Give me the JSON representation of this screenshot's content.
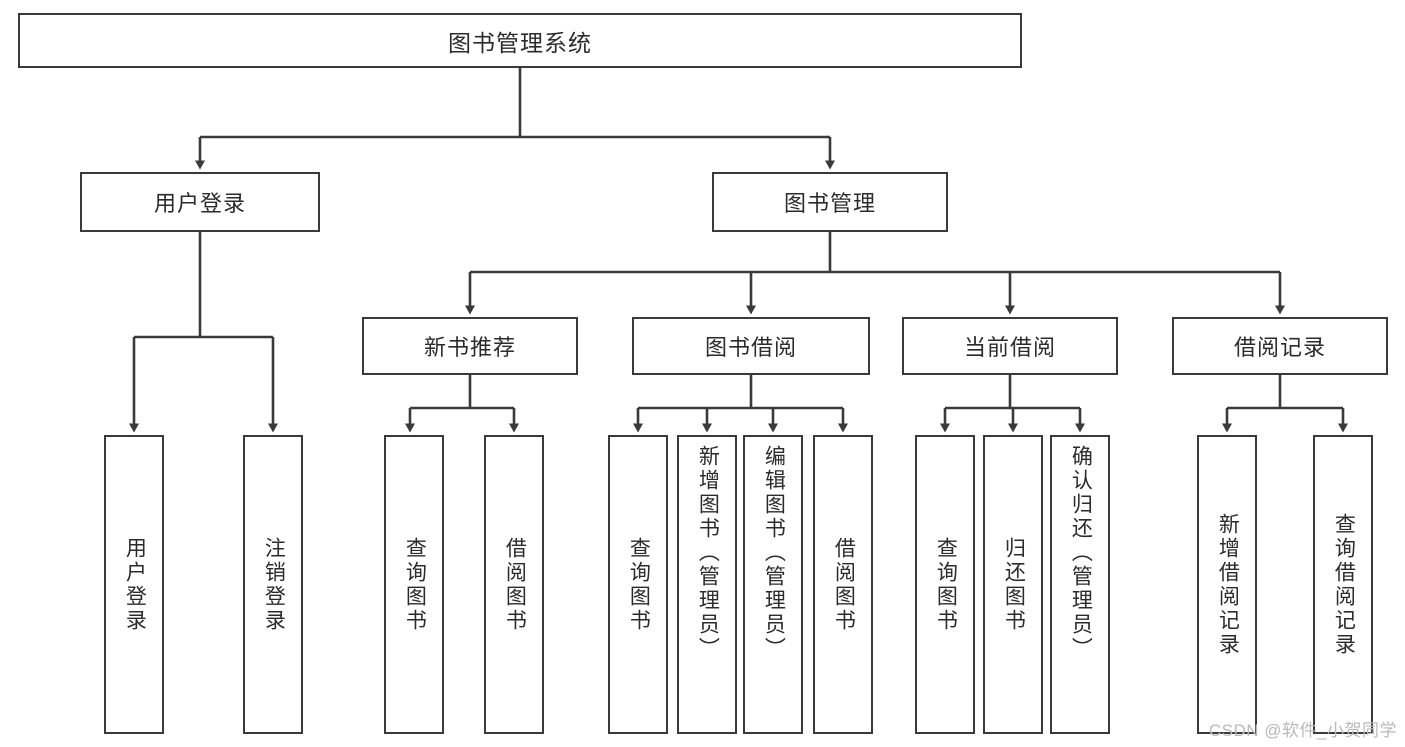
{
  "diagram": {
    "title": "图书管理系统",
    "type": "tree",
    "colors": {
      "background": "#ffffff",
      "box_border": "#3a3a3a",
      "box_fill": "#ffffff",
      "text": "#2b2b2b",
      "edge": "#3a3a3a",
      "watermark": "#b9b9b9"
    },
    "root": {
      "label": "图书管理系统"
    },
    "level2": [
      {
        "id": "user-login",
        "label": "用户登录"
      },
      {
        "id": "book-manage",
        "label": "图书管理"
      }
    ],
    "level3": [
      {
        "id": "new-book-rec",
        "label": "新书推荐",
        "parent": "book-manage"
      },
      {
        "id": "book-borrow",
        "label": "图书借阅",
        "parent": "book-manage"
      },
      {
        "id": "current-borrow",
        "label": "当前借阅",
        "parent": "book-manage"
      },
      {
        "id": "borrow-record",
        "label": "借阅记录",
        "parent": "book-manage"
      }
    ],
    "leaves": {
      "user-login": [
        {
          "id": "leaf-user-login",
          "label": "用户登录"
        },
        {
          "id": "leaf-user-logout",
          "label": "注销登录"
        }
      ],
      "new-book-rec": [
        {
          "id": "leaf-query-book-1",
          "label": "查询图书"
        },
        {
          "id": "leaf-borrow-book-1",
          "label": "借阅图书"
        }
      ],
      "book-borrow": [
        {
          "id": "leaf-query-book-2",
          "label": "查询图书"
        },
        {
          "id": "leaf-add-book",
          "label": "新增图书（管理员）"
        },
        {
          "id": "leaf-edit-book",
          "label": "编辑图书（管理员）"
        },
        {
          "id": "leaf-borrow-book-2",
          "label": "借阅图书"
        }
      ],
      "current-borrow": [
        {
          "id": "leaf-query-book-3",
          "label": "查询图书"
        },
        {
          "id": "leaf-return-book",
          "label": "归还图书"
        },
        {
          "id": "leaf-confirm-return",
          "label": "确认归还（管理员）"
        }
      ],
      "borrow-record": [
        {
          "id": "leaf-add-record",
          "label": "新增借阅记录"
        },
        {
          "id": "leaf-query-record",
          "label": "查询借阅记录"
        }
      ]
    }
  },
  "watermark": {
    "text": "CSDN @软件_小贺同学"
  }
}
